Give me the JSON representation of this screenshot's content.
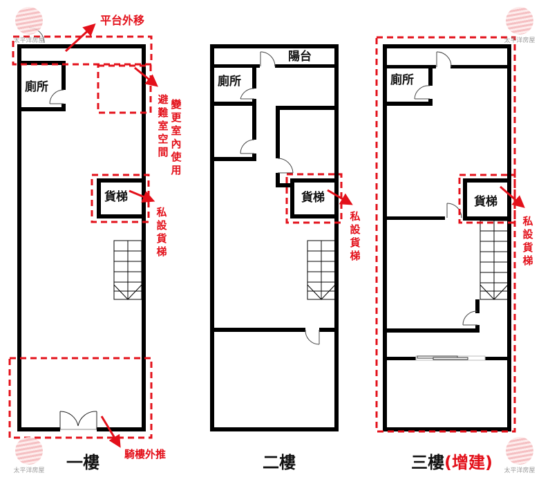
{
  "colors": {
    "wall": "#000000",
    "annotation": "#e3101a",
    "watermark_text": "#9a9a9a"
  },
  "watermark": {
    "text": "太平洋房屋",
    "icon": "globe-waves-icon"
  },
  "floors": [
    {
      "title": "一樓",
      "rooms": {
        "toilet": "廁所",
        "elevator": "貨梯"
      },
      "annotations": {
        "platform": "平台外移",
        "refuge_a": "避難室空間",
        "refuge_b": "變更室內使用",
        "elevator": "私設貨梯",
        "arcade": "騎樓外推"
      }
    },
    {
      "title": "二樓",
      "rooms": {
        "balcony": "陽台",
        "toilet": "廁所",
        "elevator": "貨梯"
      },
      "annotations": {
        "elevator": "私設貨梯"
      }
    },
    {
      "title_main": "三樓",
      "title_note": "(增建)",
      "rooms": {
        "toilet": "廁所",
        "elevator": "貨梯"
      },
      "annotations": {
        "elevator": "私設貨梯"
      }
    }
  ]
}
